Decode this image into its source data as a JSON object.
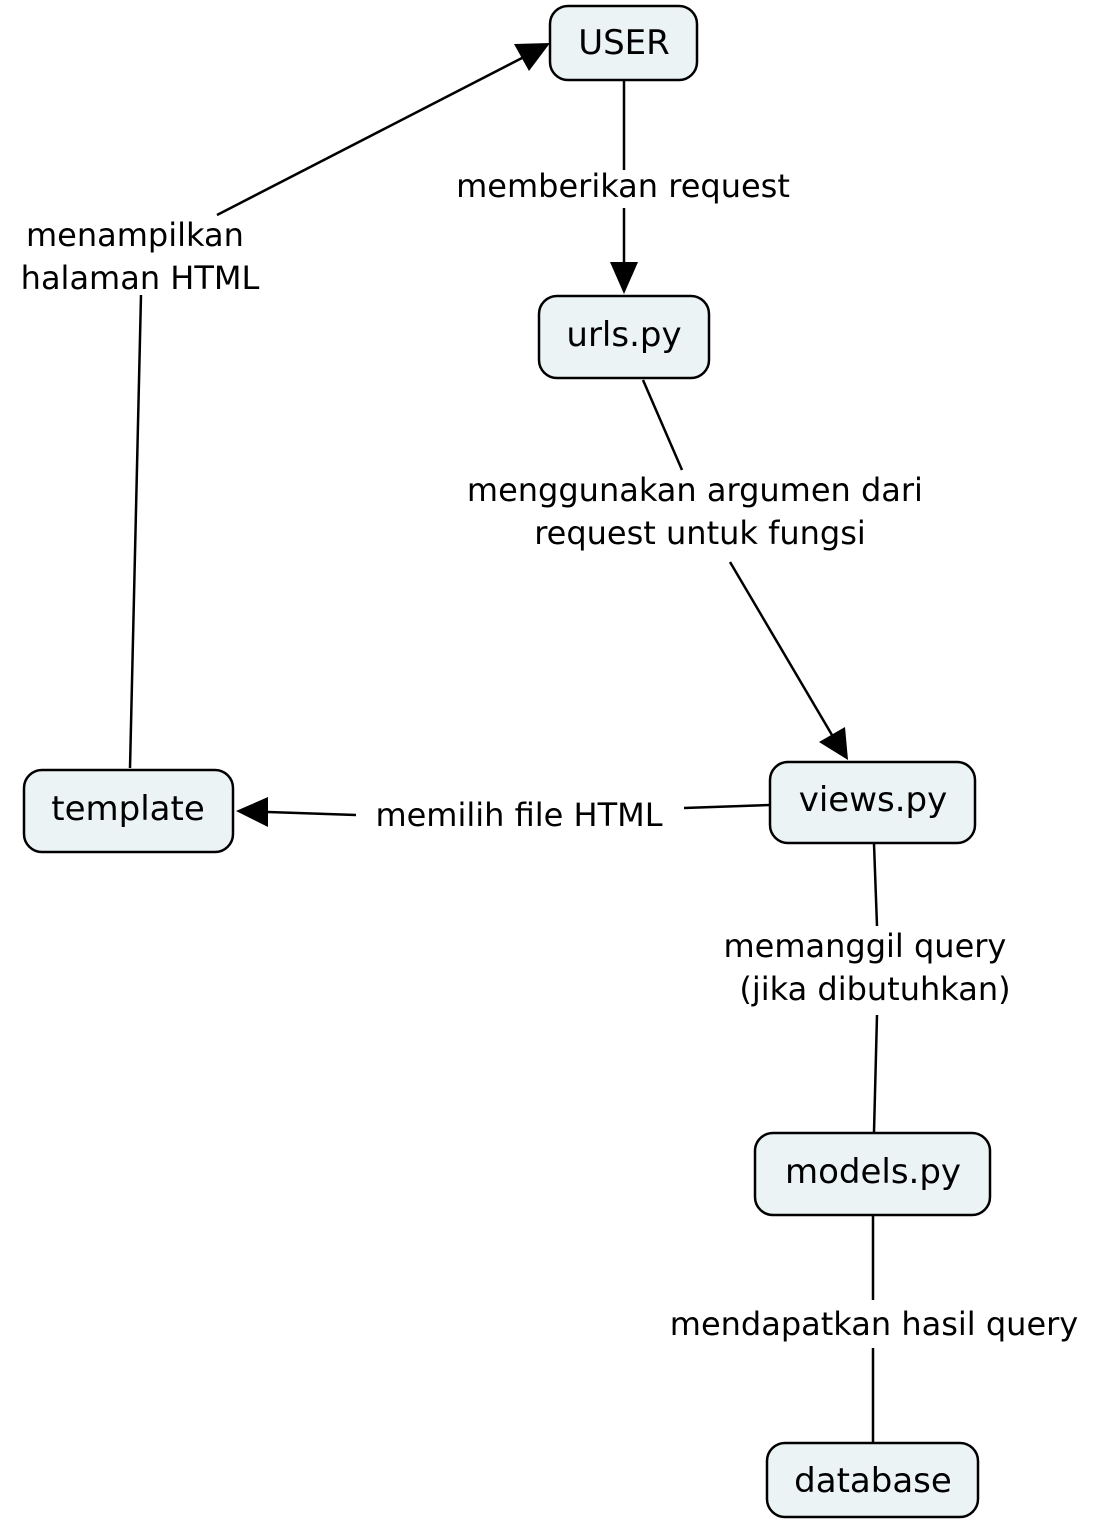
{
  "nodes": {
    "user": "USER",
    "urls": "urls.py",
    "views": "views.py",
    "template": "template",
    "models": "models.py",
    "database": "database"
  },
  "edges": {
    "user_to_urls": [
      "memberikan request"
    ],
    "urls_to_views": [
      "menggunakan argumen dari",
      "request untuk fungsi"
    ],
    "views_to_template": [
      "memilih file HTML"
    ],
    "template_to_user": [
      "menampilkan",
      "halaman HTML"
    ],
    "views_to_models": [
      "memanggil query",
      "(jika dibutuhkan)"
    ],
    "models_to_database": [
      "mendapatkan hasil query"
    ]
  },
  "colors": {
    "node_fill": "#ecf3f5",
    "stroke": "#000000"
  }
}
